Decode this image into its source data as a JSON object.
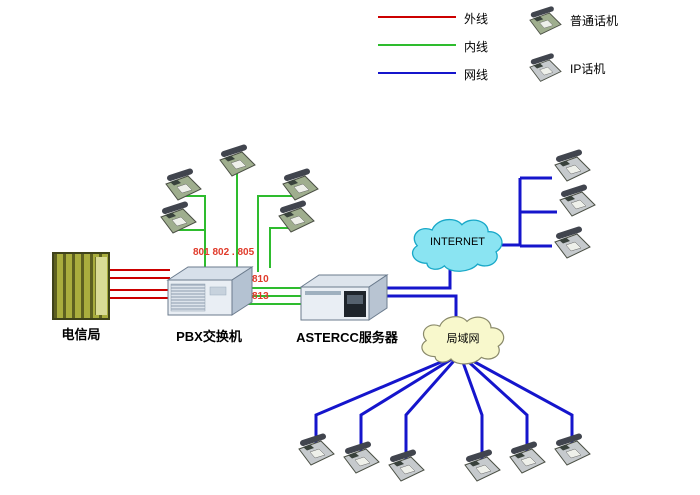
{
  "legend": {
    "lines": [
      {
        "label": "外线",
        "color": "#cc0000"
      },
      {
        "label": "内线",
        "color": "#2ebc2e"
      },
      {
        "label": "网线",
        "color": "#1515cc"
      }
    ],
    "phones": [
      {
        "label": "普通话机",
        "type": "analog"
      },
      {
        "label": "IP话机",
        "type": "ip"
      }
    ]
  },
  "nodes": {
    "telecom": {
      "label": "电信局"
    },
    "pbx": {
      "label": "PBX交换机"
    },
    "server": {
      "label": "ASTERCC服务器"
    },
    "internet": {
      "label": "INTERNET"
    },
    "lan": {
      "label": "局域网"
    }
  },
  "extensions": {
    "pbx_top": "801 802 . 805",
    "trunk_1": "810",
    "trunk_2": "813"
  },
  "colors": {
    "external": "#cc0000",
    "internal": "#2ebc2e",
    "network": "#1515cc",
    "extension_text": "#e03a2a",
    "internet_cloud_fill": "#8ae4f2",
    "internet_cloud_stroke": "#18a8c8",
    "lan_cloud_fill": "#f8f8cc",
    "lan_cloud_stroke": "#8a8a6a",
    "analog_phone": "#9fae8e",
    "ip_phone": "#c6cacd"
  },
  "counts": {
    "analog_phones": 5,
    "ip_phones_internet": 3,
    "ip_phones_lan": 6
  },
  "connections": [
    {
      "from": "电信局",
      "to": "PBX交换机",
      "type": "外线"
    },
    {
      "from": "普通话机",
      "to": "PBX交换机",
      "type": "内线"
    },
    {
      "from": "PBX交换机",
      "to": "ASTERCC服务器",
      "type": "内线"
    },
    {
      "from": "ASTERCC服务器",
      "to": "INTERNET",
      "type": "网线"
    },
    {
      "from": "ASTERCC服务器",
      "to": "局域网",
      "type": "网线"
    },
    {
      "from": "INTERNET",
      "to": "IP话机",
      "type": "网线"
    },
    {
      "from": "局域网",
      "to": "IP话机",
      "type": "网线"
    }
  ]
}
